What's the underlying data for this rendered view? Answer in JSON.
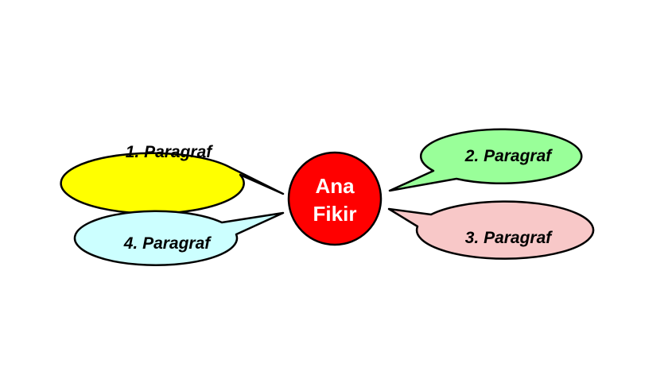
{
  "center": {
    "line1": "Ana",
    "line2": "Fikir",
    "color": "#ff0000"
  },
  "bubbles": [
    {
      "label": "1. Paragraf",
      "color": "#ffff00"
    },
    {
      "label": "2. Paragraf",
      "color": "#99ff99"
    },
    {
      "label": "3. Paragraf",
      "color": "#f8c8c8"
    },
    {
      "label": "4. Paragraf",
      "color": "#ccffff"
    }
  ]
}
